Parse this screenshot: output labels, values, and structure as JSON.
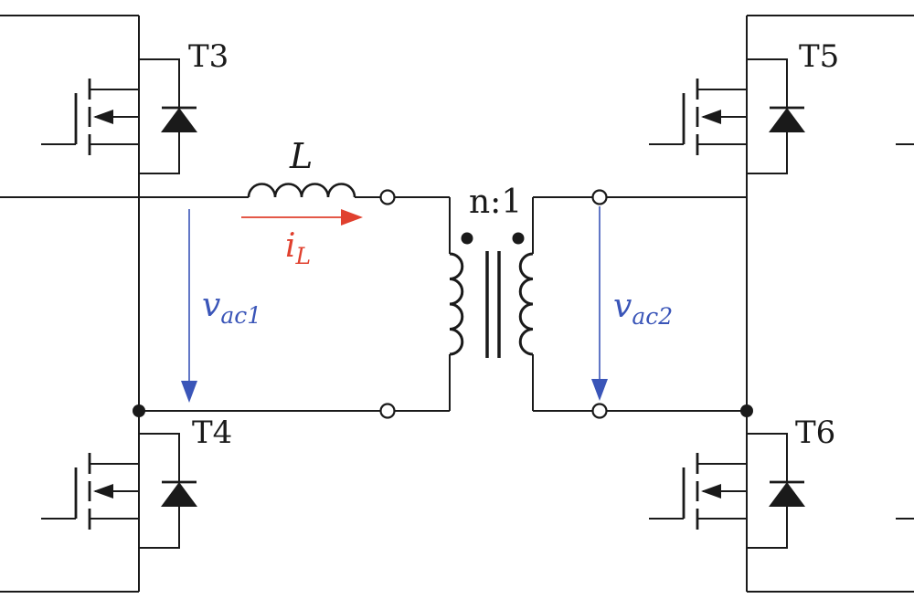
{
  "colors": {
    "wire": "#1a1a1a",
    "current": "#e0402e",
    "voltage": "#3a55b8",
    "background": "#ffffff"
  },
  "labels": {
    "t3": "T3",
    "t4": "T4",
    "t5": "T5",
    "t6": "T6",
    "inductor": "L",
    "transformer_ratio": "n:1",
    "current_main": "i",
    "current_sub": "L",
    "voltage1_main": "v",
    "voltage1_sub": "ac1",
    "voltage2_main": "v",
    "voltage2_sub": "ac2"
  },
  "components": {
    "transistors": [
      {
        "id": "T3",
        "label": "T3",
        "symbol": "nmos-with-body-diode",
        "position": "left-bridge-top"
      },
      {
        "id": "T4",
        "label": "T4",
        "symbol": "nmos-with-body-diode",
        "position": "left-bridge-bottom"
      },
      {
        "id": "T5",
        "label": "T5",
        "symbol": "nmos-with-body-diode",
        "position": "right-bridge-top"
      },
      {
        "id": "T6",
        "label": "T6",
        "symbol": "nmos-with-body-diode",
        "position": "right-bridge-bottom"
      }
    ],
    "inductor": {
      "label": "L",
      "turns": 4
    },
    "transformer": {
      "ratio": "n:1",
      "polarity_dots": 2,
      "primary_turns": 4,
      "secondary_turns": 4
    },
    "current_arrow": {
      "label": "iL",
      "direction": "right"
    },
    "voltage_arrows": [
      {
        "label": "vac1",
        "direction": "down"
      },
      {
        "label": "vac2",
        "direction": "down"
      }
    ]
  }
}
